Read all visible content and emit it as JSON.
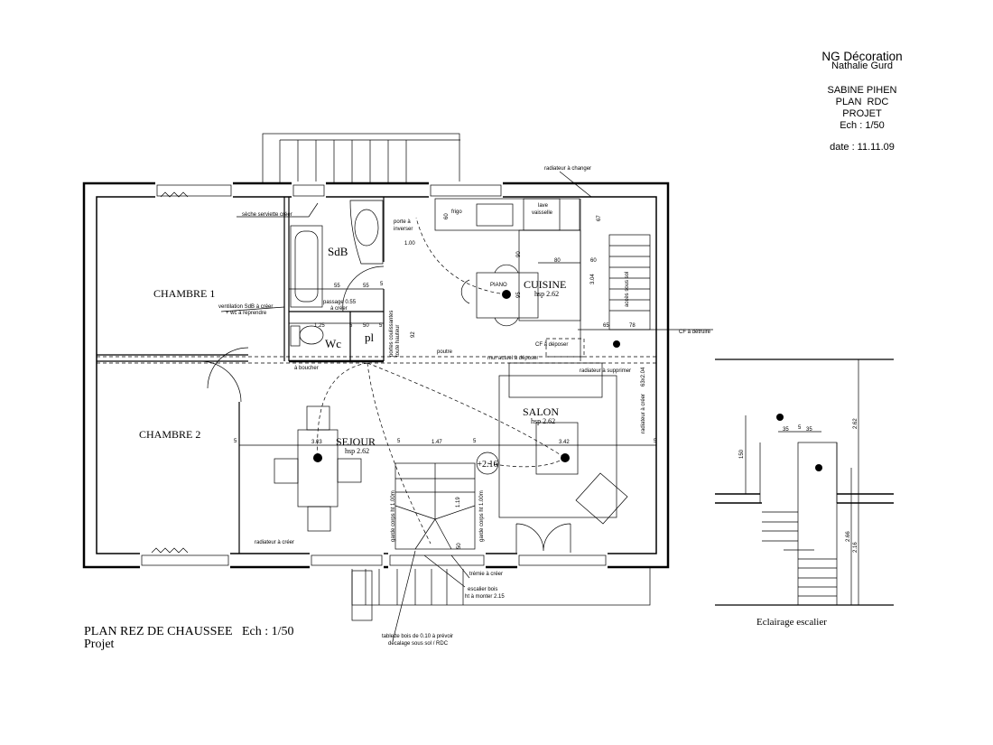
{
  "title_block": {
    "firm": "NG Décoration",
    "designer": "Nathalie Gurd",
    "client": "SABINE PIHEN",
    "plan": "PLAN  RDC",
    "status": "PROJET",
    "scale": "Ech : 1/50",
    "date": "date : 11.11.09"
  },
  "caption": {
    "title": "PLAN REZ DE CHAUSSEE   Ech : 1/50",
    "subtitle": "Projet"
  },
  "rooms": {
    "chambre1": "CHAMBRE 1",
    "chambre2": "CHAMBRE 2",
    "sdb": "SdB",
    "wc": "Wc",
    "pl": "pl",
    "cuisine": "CUISINE",
    "cuisine_hsp": "hsp 2.62",
    "sejour": "SEJOUR",
    "sejour_hsp": "hsp 2.62",
    "salon": "SALON",
    "salon_hsp": "hsp 2.62",
    "level": "+2.16"
  },
  "notes": {
    "seche_serviette": "sèche serviette créer",
    "ventilation_1": "ventilation SdB à créer",
    "ventilation_2": "+ wc à reprendre",
    "passage_1": "passage 0.55",
    "passage_2": "à créer",
    "a_boucher": "à boucher",
    "porte_1": "porte à",
    "porte_2": "inverser",
    "frigo": "frigo",
    "lave_1": "lave",
    "lave_2": "vaisselle",
    "radiateur_changer": "radiateur à changer",
    "piano": "PIANO",
    "acces": "accès sous sol",
    "cf_deposer": "CF à déposer",
    "cf_detruire": "CF à détruire",
    "mur_deposer": "mur actuel à déposer",
    "poutre": "poutre",
    "radiateur_supprimer": "radiateur à supprimer",
    "portes_1": "portes coulissantes",
    "portes_2": "toute hauteur",
    "radiateur_creer_salon": "radiateur à créer",
    "radiateur_creer_ch2": "radiateur à créer",
    "garde_corps_1": "garde corps ht 1.00m",
    "garde_corps_2": "garde corps ht 1.00m",
    "tremie": "trémie à créer",
    "escalier_1": "escalier bois",
    "escalier_2": "ht à monter 2.15",
    "tablette_1": "tablette bois de 0.10 à prévoir",
    "tablette_2": "décalage sous sol / RDC",
    "dim_6x204": "63x2.04"
  },
  "dimensions": {
    "d55a": "55",
    "d55b": "55",
    "d5a": "5",
    "d125": "1.25",
    "d5b": "5",
    "d50": "50",
    "d5c": "5",
    "d92": "92",
    "d100": "1.00",
    "d60": "60",
    "d80": "80",
    "d60b": "60",
    "d304": "3.04",
    "d67": "67",
    "d65": "65",
    "d78": "78",
    "d90": "90",
    "d95": "95",
    "d5s1": "5",
    "d303": "3.03",
    "d5s2": "5",
    "d147": "1.47",
    "d5s3": "5",
    "d342": "3.42",
    "d119": "1.19",
    "d50s": "50",
    "d5left": "5"
  },
  "elevation": {
    "title": "Eclairage escalier",
    "d35a": "35",
    "d5": "5",
    "d35b": "35",
    "d150": "150",
    "d262": "2.62",
    "d266": "2.66",
    "d216": "2.16"
  }
}
